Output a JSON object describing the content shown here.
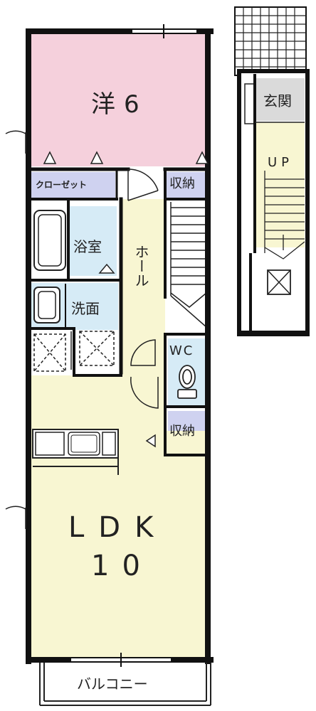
{
  "floorplan": {
    "rooms": {
      "western_room": {
        "name": "洋",
        "size": "6",
        "color": "#f5d0dc"
      },
      "closet": {
        "label": "クローゼット",
        "color": "#cfd2f0"
      },
      "storage_top": {
        "label": "収納",
        "color": "#cfd2f0"
      },
      "bathroom": {
        "label": "浴室",
        "color": "#d6ebf6"
      },
      "washroom": {
        "label": "洗面",
        "color": "#d6ebf6"
      },
      "hall": {
        "label": "ホール",
        "color": "#f8f6d2"
      },
      "wc": {
        "label": "WC",
        "color": "#d6ebf6"
      },
      "storage_bottom": {
        "label": "収納",
        "color": "#cfd2f0"
      },
      "ldk": {
        "name": "LDK",
        "size": "10",
        "color": "#f8f6d2"
      },
      "balcony": {
        "label": "バルコニー"
      },
      "entrance": {
        "label": "玄関",
        "color": "#dadada"
      },
      "stairs": {
        "label": "UP",
        "color": "#f8f6d2"
      }
    },
    "colors": {
      "wall": "#111111",
      "closet": "#cfd2f0",
      "wet": "#d6ebf6",
      "floor": "#f8f6d2",
      "bedroom": "#f5d0dc"
    }
  }
}
